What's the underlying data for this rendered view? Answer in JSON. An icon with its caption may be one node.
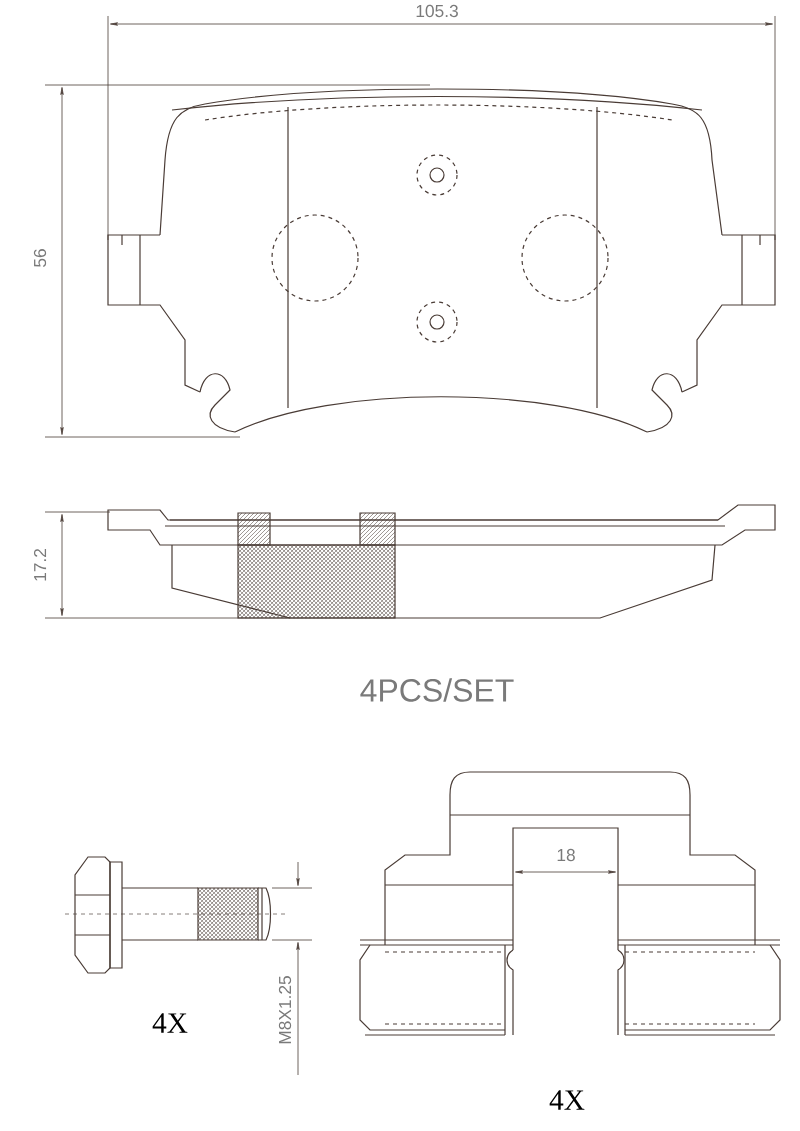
{
  "diagram": {
    "labels": [
      "105.3",
      "56",
      "17.2",
      "4PCS/SET",
      "18",
      "M8X1.25",
      "4X",
      "4X"
    ]
  }
}
